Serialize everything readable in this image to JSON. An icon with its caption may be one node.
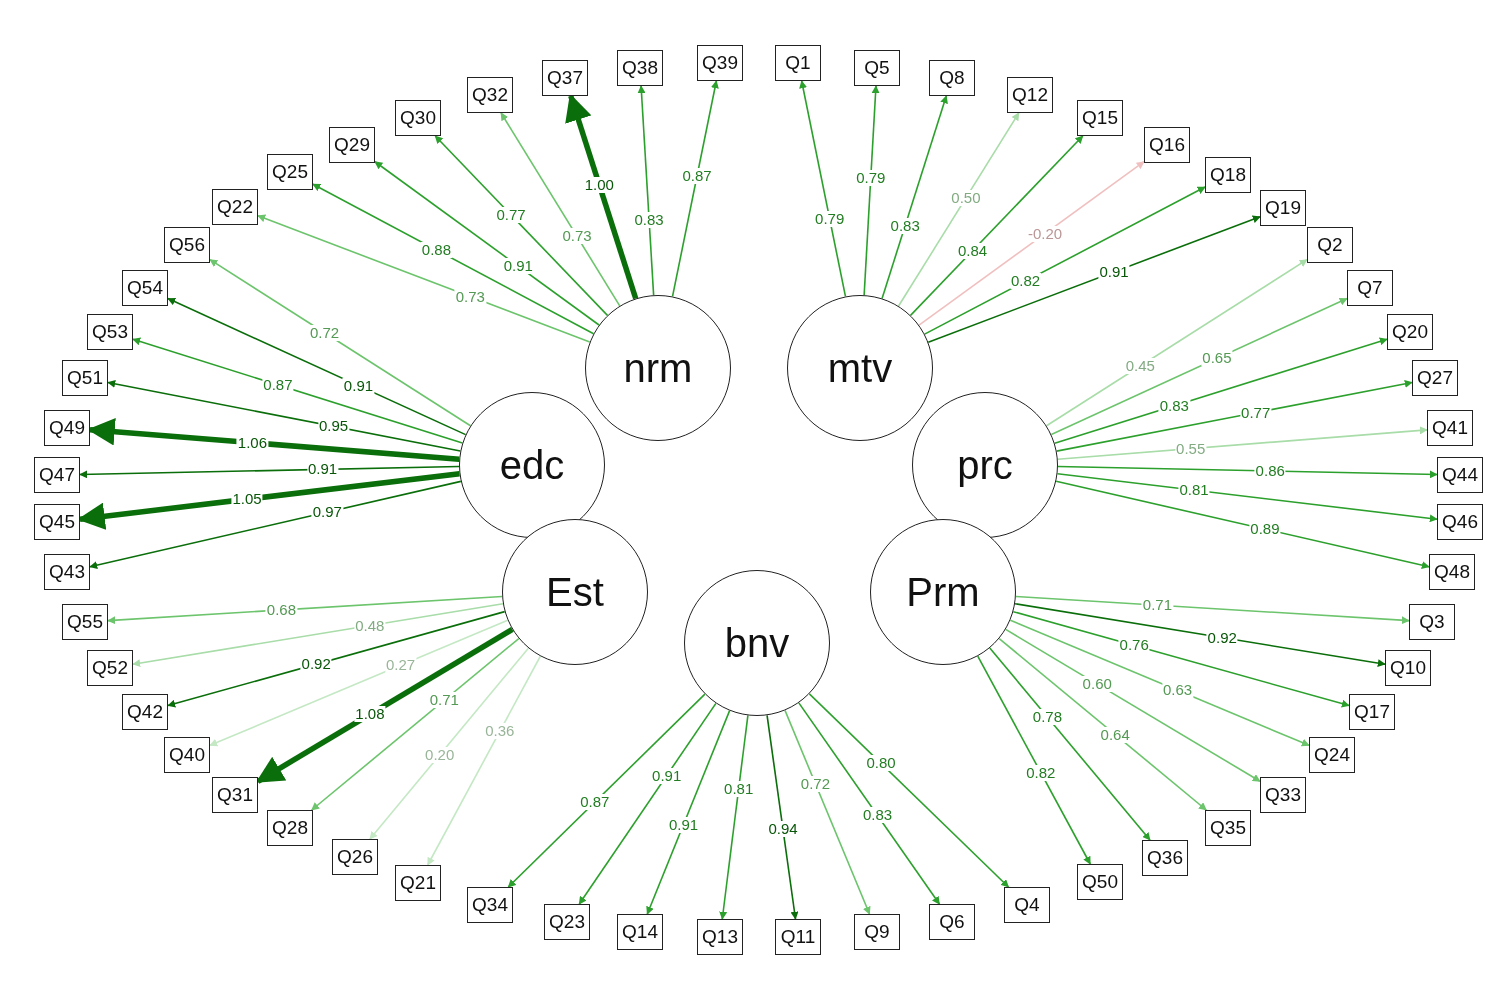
{
  "diagram": {
    "nodes": [
      {
        "text": [
          "nrm"
        ]
      },
      {
        "text": [
          "mtv"
        ]
      },
      {
        "text": [
          "edc"
        ]
      },
      {
        "text": [
          "prc"
        ]
      },
      {
        "text": [
          "Est"
        ]
      },
      {
        "text": [
          "Prm"
        ]
      },
      {
        "text": [
          "bnv"
        ]
      },
      {
        "text": [
          "Q37"
        ]
      },
      {
        "text": [
          "Q38"
        ]
      },
      {
        "text": [
          "Q39"
        ]
      },
      {
        "text": [
          "Q1"
        ]
      },
      {
        "text": [
          "Q5"
        ]
      },
      {
        "text": [
          "Q8"
        ]
      },
      {
        "text": [
          "Q12"
        ]
      },
      {
        "text": [
          "Q15"
        ]
      },
      {
        "text": [
          "Q16"
        ]
      },
      {
        "text": [
          "Q18"
        ]
      },
      {
        "text": [
          "Q19"
        ]
      },
      {
        "text": [
          "Q2"
        ]
      },
      {
        "text": [
          "Q7"
        ]
      },
      {
        "text": [
          "Q20"
        ]
      },
      {
        "text": [
          "Q27"
        ]
      },
      {
        "text": [
          "Q41"
        ]
      },
      {
        "text": [
          "Q44"
        ]
      },
      {
        "text": [
          "Q46"
        ]
      },
      {
        "text": [
          "Q48"
        ]
      },
      {
        "text": [
          "Q3"
        ]
      },
      {
        "text": [
          "Q10"
        ]
      },
      {
        "text": [
          "Q17"
        ]
      },
      {
        "text": [
          "Q24"
        ]
      },
      {
        "text": [
          "Q33"
        ]
      },
      {
        "text": [
          "Q35"
        ]
      },
      {
        "text": [
          "Q36"
        ]
      },
      {
        "text": [
          "Q50"
        ]
      },
      {
        "text": [
          "Q4"
        ]
      },
      {
        "text": [
          "Q6"
        ]
      },
      {
        "text": [
          "Q9"
        ]
      },
      {
        "text": [
          "Q11"
        ]
      },
      {
        "text": [
          "Q13"
        ]
      },
      {
        "text": [
          "Q14"
        ]
      },
      {
        "text": [
          "Q23"
        ]
      },
      {
        "text": [
          "Q34"
        ]
      },
      {
        "text": [
          "Q21"
        ]
      },
      {
        "text": [
          "Q26"
        ]
      },
      {
        "text": [
          "Q28"
        ]
      },
      {
        "text": [
          "Q31"
        ]
      },
      {
        "text": [
          "Q40"
        ]
      },
      {
        "text": [
          "Q42"
        ]
      },
      {
        "text": [
          "Q52"
        ]
      },
      {
        "text": [
          "Q55"
        ]
      },
      {
        "text": [
          "Q43"
        ]
      },
      {
        "text": [
          "Q45"
        ]
      },
      {
        "text": [
          "Q47"
        ]
      },
      {
        "text": [
          "Q49"
        ]
      },
      {
        "text": [
          "Q51"
        ]
      },
      {
        "text": [
          "Q53"
        ]
      },
      {
        "text": [
          "Q54"
        ]
      },
      {
        "text": [
          "Q56"
        ]
      },
      {
        "text": [
          "Q22"
        ]
      },
      {
        "text": [
          "Q25"
        ]
      },
      {
        "text": [
          "Q29"
        ]
      },
      {
        "text": [
          "Q30"
        ]
      },
      {
        "text": [
          "Q32"
        ]
      }
    ],
    "edges": [
      {
        "from": 0,
        "to": 58,
        "arrow": "to",
        "label": "0.73",
        "color": "#6cc46c"
      },
      {
        "from": 0,
        "to": 59,
        "arrow": "to",
        "label": "0.88"
      },
      {
        "from": 0,
        "to": 60,
        "arrow": "to",
        "label": "0.91"
      },
      {
        "from": 0,
        "to": 61,
        "arrow": "to",
        "label": "0.77"
      },
      {
        "from": 0,
        "to": 62,
        "arrow": "to",
        "label": "0.73",
        "color": "#6cc46c"
      },
      {
        "from": 0,
        "to": 7,
        "arrow": "to",
        "label": "1.00",
        "style": "thick",
        "color": "#0a6e0a"
      },
      {
        "from": 0,
        "to": 8,
        "arrow": "to",
        "label": "0.83"
      },
      {
        "from": 0,
        "to": 9,
        "arrow": "to",
        "label": "0.87"
      },
      {
        "from": 1,
        "to": 10,
        "arrow": "to",
        "label": "0.79"
      },
      {
        "from": 1,
        "to": 11,
        "arrow": "to",
        "label": "0.79"
      },
      {
        "from": 1,
        "to": 12,
        "arrow": "to",
        "label": "0.83"
      },
      {
        "from": 1,
        "to": 13,
        "arrow": "to",
        "label": "0.50",
        "color": "#a8dca8"
      },
      {
        "from": 1,
        "to": 14,
        "arrow": "to",
        "label": "0.84"
      },
      {
        "from": 1,
        "to": 15,
        "arrow": "to",
        "label": "-0.20",
        "color": "#f0c0c0"
      },
      {
        "from": 1,
        "to": 16,
        "arrow": "to",
        "label": "0.82"
      },
      {
        "from": 1,
        "to": 17,
        "arrow": "to",
        "label": "0.91",
        "color": "#0a6e0a"
      },
      {
        "from": 3,
        "to": 18,
        "arrow": "to",
        "label": "0.45",
        "color": "#a8dca8"
      },
      {
        "from": 3,
        "to": 19,
        "arrow": "to",
        "label": "0.65",
        "color": "#6cc46c"
      },
      {
        "from": 3,
        "to": 20,
        "arrow": "to",
        "label": "0.83"
      },
      {
        "from": 3,
        "to": 21,
        "arrow": "to",
        "label": "0.77"
      },
      {
        "from": 3,
        "to": 22,
        "arrow": "to",
        "label": "0.55",
        "color": "#a8dca8"
      },
      {
        "from": 3,
        "to": 23,
        "arrow": "to",
        "label": "0.86"
      },
      {
        "from": 3,
        "to": 24,
        "arrow": "to",
        "label": "0.81"
      },
      {
        "from": 3,
        "to": 25,
        "arrow": "to",
        "label": "0.89"
      },
      {
        "from": 5,
        "to": 26,
        "arrow": "to",
        "label": "0.71",
        "color": "#6cc46c"
      },
      {
        "from": 5,
        "to": 27,
        "arrow": "to",
        "label": "0.92",
        "color": "#0a6e0a"
      },
      {
        "from": 5,
        "to": 28,
        "arrow": "to",
        "label": "0.76"
      },
      {
        "from": 5,
        "to": 29,
        "arrow": "to",
        "label": "0.63",
        "color": "#6cc46c"
      },
      {
        "from": 5,
        "to": 30,
        "arrow": "to",
        "label": "0.60",
        "color": "#6cc46c"
      },
      {
        "from": 5,
        "to": 31,
        "arrow": "to",
        "label": "0.64",
        "color": "#6cc46c"
      },
      {
        "from": 5,
        "to": 32,
        "arrow": "to",
        "label": "0.78"
      },
      {
        "from": 5,
        "to": 33,
        "arrow": "to",
        "label": "0.82"
      },
      {
        "from": 6,
        "to": 34,
        "arrow": "to",
        "label": "0.80"
      },
      {
        "from": 6,
        "to": 35,
        "arrow": "to",
        "label": "0.83"
      },
      {
        "from": 6,
        "to": 36,
        "arrow": "to",
        "label": "0.72",
        "color": "#6cc46c"
      },
      {
        "from": 6,
        "to": 37,
        "arrow": "to",
        "label": "0.94",
        "color": "#0a6e0a"
      },
      {
        "from": 6,
        "to": 38,
        "arrow": "to",
        "label": "0.81"
      },
      {
        "from": 6,
        "to": 39,
        "arrow": "to",
        "label": "0.91"
      },
      {
        "from": 6,
        "to": 40,
        "arrow": "to",
        "label": "0.91"
      },
      {
        "from": 6,
        "to": 41,
        "arrow": "to",
        "label": "0.87"
      },
      {
        "from": 4,
        "to": 42,
        "arrow": "to",
        "label": "0.36",
        "color": "#c4e8c4"
      },
      {
        "from": 4,
        "to": 43,
        "arrow": "to",
        "label": "0.20",
        "color": "#c4e8c4"
      },
      {
        "from": 4,
        "to": 44,
        "arrow": "to",
        "label": "0.71",
        "color": "#6cc46c"
      },
      {
        "from": 4,
        "to": 45,
        "arrow": "to",
        "label": "1.08",
        "style": "thick",
        "color": "#0a6e0a"
      },
      {
        "from": 4,
        "to": 46,
        "arrow": "to",
        "label": "0.27",
        "color": "#c4e8c4"
      },
      {
        "from": 4,
        "to": 47,
        "arrow": "to",
        "label": "0.92",
        "color": "#0a6e0a"
      },
      {
        "from": 4,
        "to": 48,
        "arrow": "to",
        "label": "0.48",
        "color": "#a8dca8"
      },
      {
        "from": 4,
        "to": 49,
        "arrow": "to",
        "label": "0.68",
        "color": "#6cc46c"
      },
      {
        "from": 2,
        "to": 50,
        "arrow": "to",
        "label": "0.97",
        "color": "#0a6e0a"
      },
      {
        "from": 2,
        "to": 51,
        "arrow": "to",
        "label": "1.05",
        "style": "thick",
        "color": "#0a6e0a"
      },
      {
        "from": 2,
        "to": 52,
        "arrow": "to",
        "label": "0.91",
        "color": "#0a6e0a"
      },
      {
        "from": 2,
        "to": 53,
        "arrow": "to",
        "label": "1.06",
        "style": "thick",
        "color": "#0a6e0a"
      },
      {
        "from": 2,
        "to": 54,
        "arrow": "to",
        "label": "0.95",
        "color": "#0a6e0a"
      },
      {
        "from": 2,
        "to": 55,
        "arrow": "to",
        "label": "0.87"
      },
      {
        "from": 2,
        "to": 56,
        "arrow": "to",
        "label": "0.91",
        "color": "#0a6e0a"
      },
      {
        "from": 2,
        "to": 57,
        "arrow": "to",
        "label": "0.72",
        "color": "#6cc46c"
      }
    ]
  }
}
